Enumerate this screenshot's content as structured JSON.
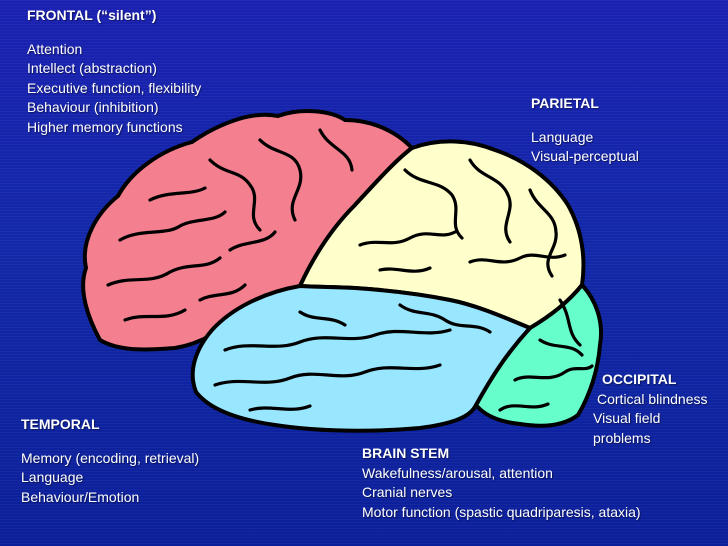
{
  "colors": {
    "frontal": "#f47f8f",
    "parietal": "#ffffcc",
    "temporal": "#99e6ff",
    "occipital": "#66ffcc",
    "text": "#ffffff"
  },
  "frontal": {
    "title": "FRONTAL (“silent”)",
    "items": [
      "Attention",
      "Intellect (abstraction)",
      "Executive function, flexibility",
      "Behaviour (inhibition)",
      "Higher memory functions"
    ]
  },
  "parietal": {
    "title": "PARIETAL",
    "items": [
      "Language",
      "Visual-perceptual"
    ]
  },
  "occipital": {
    "title": "OCCIPITAL",
    "items": [
      "Cortical blindness",
      "Visual field",
      "problems"
    ]
  },
  "temporal": {
    "title": "TEMPORAL",
    "items": [
      "Memory (encoding, retrieval)",
      "Language",
      "Behaviour/Emotion"
    ]
  },
  "brainstem": {
    "title": "BRAIN STEM",
    "items": [
      "Wakefulness/arousal, attention",
      "Cranial nerves",
      "Motor function (spastic quadriparesis, ataxia)"
    ]
  }
}
